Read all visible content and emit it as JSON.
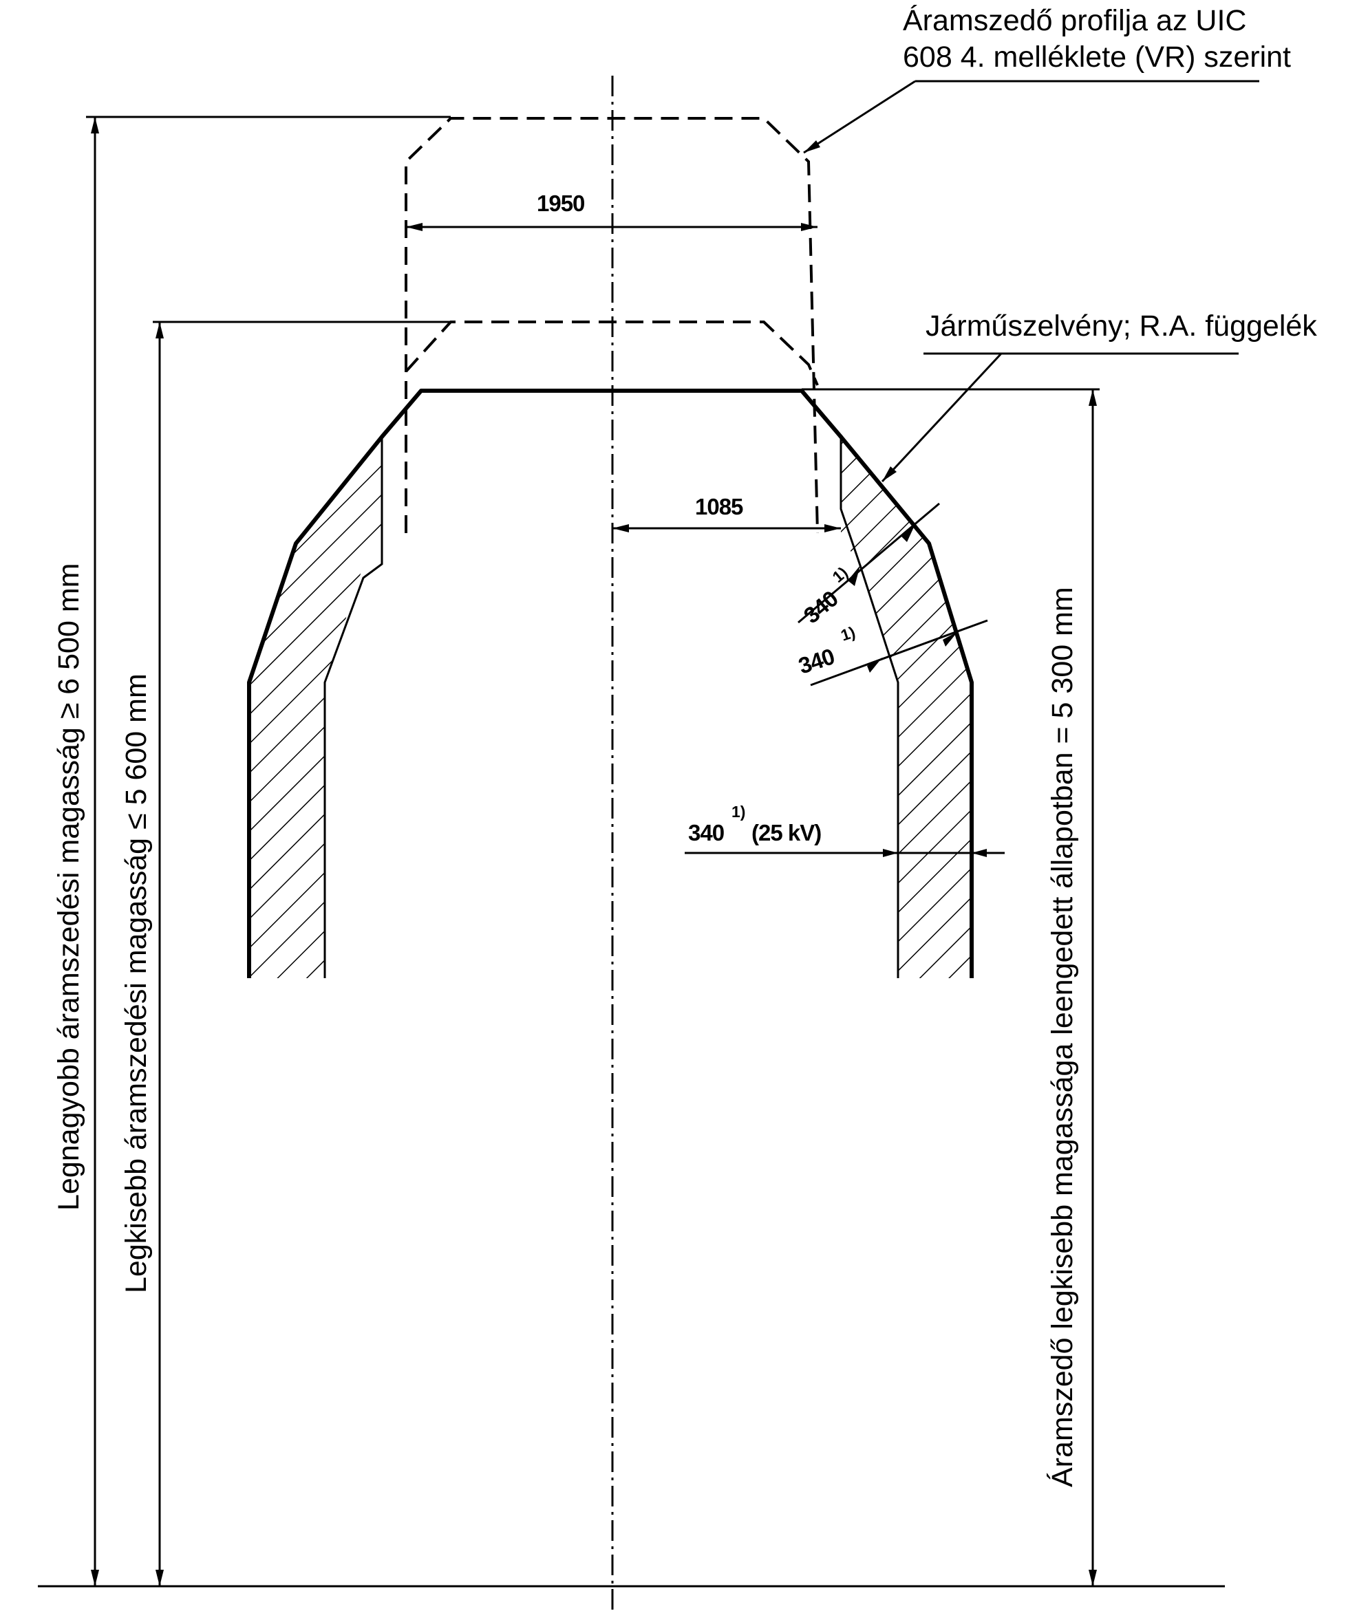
{
  "labels": {
    "pantograph_profile": [
      "Áramszedő profilja az UIC",
      "608 4. melléklete (VR) szerint"
    ],
    "vehicle_gauge": "Járműszelvény; R.A. függelék",
    "max_height": "Legnagyobb áramszedési magasság ≥ 6 500 mm",
    "min_height": "Legkisebb áramszedési magasság ≤ 5 600 mm",
    "lowered_height": "Áramszedő legkisebb magassága leengedett állapotban = 5 300 mm"
  },
  "dimensions": {
    "width_1950": "1950",
    "width_1085": "1085",
    "clearance_1": "340",
    "clearance_1_note": "1)",
    "clearance_2": "340",
    "clearance_2_note": "1)",
    "clearance_3": "340",
    "clearance_3_note": "1)",
    "clearance_3_suffix": "(25 kV)"
  }
}
